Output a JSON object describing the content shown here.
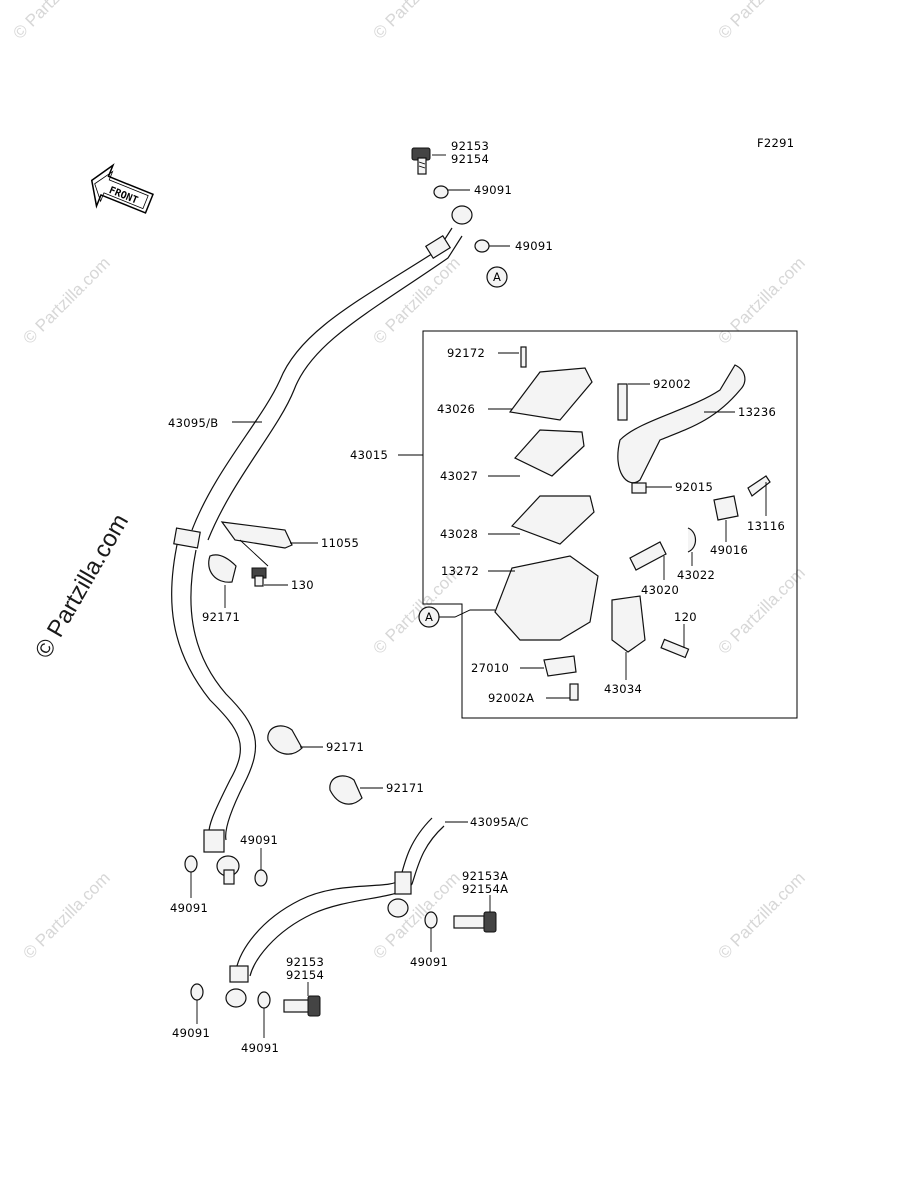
{
  "figure_code": "F2291",
  "front_arrow_label": "FRONT",
  "watermark": "© Partzilla.com",
  "callout_letter": "A",
  "labels": {
    "p92153_top": "92153",
    "p92154_top": "92154",
    "p49091_a": "49091",
    "p49091_b": "49091",
    "p43095b": "43095/B",
    "p43015": "43015",
    "p92172": "92172",
    "p43026": "43026",
    "p43027": "43027",
    "p43028": "43028",
    "p13272": "13272",
    "p27010": "27010",
    "p92002a": "92002A",
    "p43034": "43034",
    "p92002": "92002",
    "p13236": "13236",
    "p92015": "92015",
    "p13116": "13116",
    "p49016": "49016",
    "p43022": "43022",
    "p43020": "43020",
    "p120": "120",
    "p11055": "11055",
    "p130": "130",
    "p92171_a": "92171",
    "p92171_b": "92171",
    "p92171_c": "92171",
    "p43095ac": "43095A/C",
    "p49091_c": "49091",
    "p49091_d": "49091",
    "p92153a": "92153A",
    "p92154a": "92154A",
    "p49091_e": "49091",
    "p92153_bot": "92153",
    "p92154_bot": "92154",
    "p49091_f": "49091",
    "p49091_g": "49091"
  }
}
